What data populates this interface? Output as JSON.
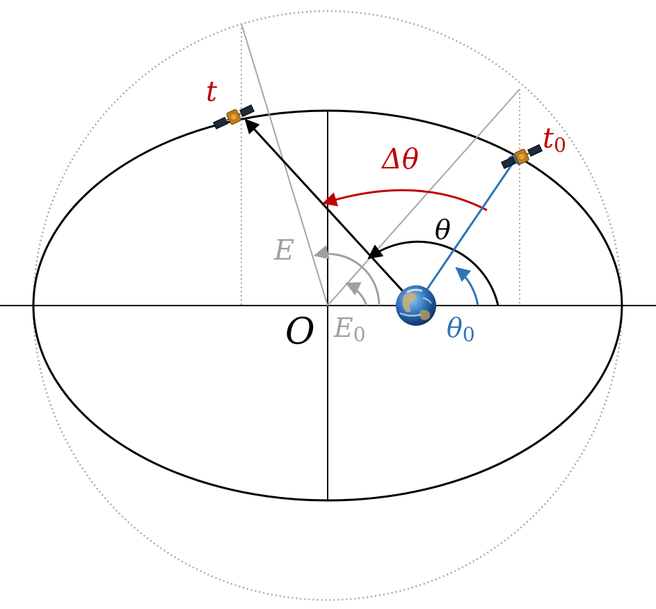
{
  "labels": {
    "t": "t",
    "t0_main": "t",
    "t0_sub": "0",
    "delta_theta": "Δθ",
    "theta": "θ",
    "E": "E",
    "O": "O",
    "E0_main": "E",
    "E0_sub": "0",
    "theta0_main": "θ",
    "theta0_sub": "0"
  },
  "colors": {
    "ellipse": "#000000",
    "auxiliary_circle": "#a6a6a6",
    "eccentric_anomaly": "#a0a0a0",
    "delta": "#c00000",
    "theta0": "#2e75b6",
    "axes": "#000000"
  },
  "icons": {
    "earth": "earth-icon",
    "satellite": "satellite-icon"
  }
}
